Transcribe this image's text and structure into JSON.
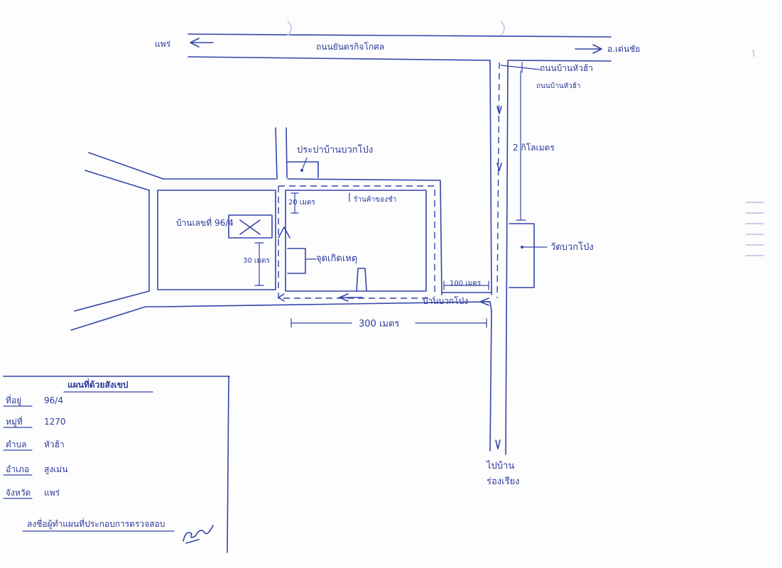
{
  "labels": {
    "west_direction": "แพร่",
    "east_direction": "อ.เด่นชัย",
    "main_road": "ถนนยันตรกิจโกศล",
    "side_road_1": "ถนนบ้านหัวฮ้า",
    "side_road_2": "ถนนบ้านหัวฮ้า",
    "side_distance": "2 กิโลเมตร",
    "village_gate": "ประปาบ้านบวกโป่ง",
    "dist_20m": "20 เมตร",
    "grocery": "ร้านค้าของชำ",
    "target_house": "จุดเกิดเหตุ",
    "house_number": "บ้านเลขที่ 96/4",
    "dist_30m": "30 เมตร",
    "dist_100m": "100 เมตร",
    "temple": "วัดบวกโป่ง",
    "village_name": "บ้านบวกโป่ง",
    "dist_300m": "300 เมตร",
    "south_direction_1": "ไปบ้าน",
    "south_direction_2": "ร่องเรียง"
  },
  "legend": {
    "title": "แผนที่ด้วยสังเขป",
    "rows": [
      {
        "key": "ที่อยู่",
        "value": "96/4"
      },
      {
        "key": "หมู่ที่",
        "value": "1270"
      },
      {
        "key": "ตำบล",
        "value": "หัวฮ้า"
      },
      {
        "key": "อำเภอ",
        "value": "สูงเม่น"
      },
      {
        "key": "จังหวัด",
        "value": "แพร่"
      }
    ],
    "footer": "ลงชื่อผู้ทำแผนที่ประกอบการตรวจสอบ",
    "signature": "Sign"
  },
  "colors": {
    "ink": "#3344a8",
    "paper": "#fdfdfd"
  }
}
